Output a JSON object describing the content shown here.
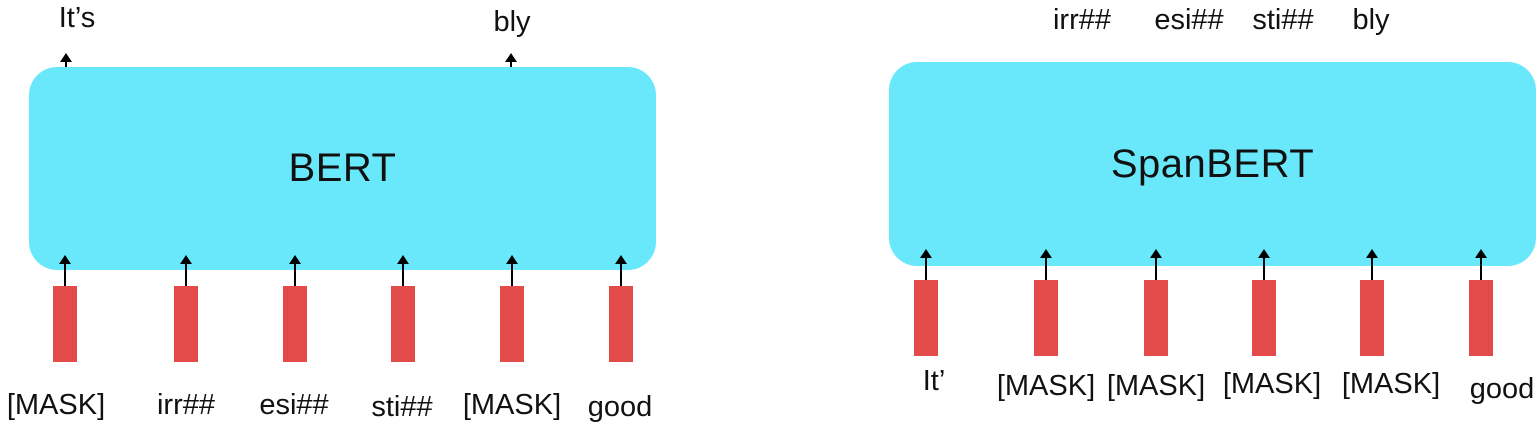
{
  "bert": {
    "model_label": "BERT",
    "input_tokens": [
      "[MASK]",
      "irr##",
      "esi##",
      "sti##",
      "[MASK]",
      "good"
    ],
    "predicted_tokens": [
      "It’s",
      "bly"
    ]
  },
  "spanbert": {
    "model_label": "SpanBERT",
    "input_tokens": [
      "It’",
      "[MASK]",
      "[MASK]",
      "[MASK]",
      "[MASK]",
      "good"
    ],
    "predicted_tokens": [
      "irr##",
      "esi##",
      "sti##",
      "bly"
    ]
  }
}
